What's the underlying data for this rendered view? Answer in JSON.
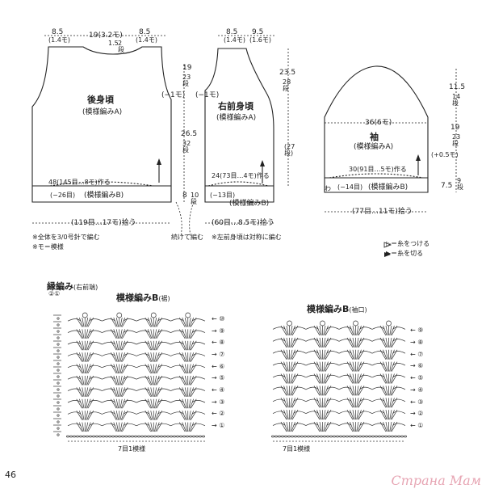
{
  "back": {
    "title": "後身頃",
    "pattern_a": "(模様編みA)",
    "pattern_b": "(模様編みB)",
    "shoulder_left": "8.5",
    "shoulder_left_mo": "(1.4モ)",
    "neck": "19(3.2モ)",
    "shoulder_right": "8.5",
    "shoulder_right_mo": "(1.4モ)",
    "neck_depth": "1.5",
    "neck_rows": "2段",
    "armhole_minus": "(−1モ)",
    "armhole_len": "19",
    "armhole_rows": "23段",
    "body_len": "26.5",
    "body_rows": "32段",
    "hem_len": "8",
    "hem_rows": "10段",
    "pick_up": "48(145目…8モ)作る",
    "hem_dec": "(−26目)",
    "bottom": "(119目…17モ)拾う"
  },
  "front": {
    "title": "右前身頃",
    "pattern_a": "(模様編みA)",
    "pattern_b": "(模様編みB)",
    "shoulder": "8.5",
    "shoulder_mo": "(1.4モ)",
    "neck": "9.5",
    "neck_mo": "(1.6モ)",
    "armhole_minus": "(−1モ)",
    "neck_len": "23.5",
    "neck_rows": "28段",
    "front_rows": "(27段)",
    "pick_up": "24(73目…4モ)作る",
    "hem_dec": "(−13目)",
    "bottom": "(60目…8.5モ)拾う",
    "continue": "続けて編む",
    "note": "※左前身頃は対称に編む"
  },
  "sleeve": {
    "title": "袖",
    "pattern_a": "(模様編みA)",
    "pattern_b": "(模様編みB)",
    "cap": "11.5",
    "cap_rows": "14段",
    "width": "36(6モ)",
    "len": "19",
    "len_rows": "23段",
    "plus": "(+0.5モ)",
    "pick_up": "30(91目…5モ)作る",
    "dec": "(−14目)",
    "cuff_len": "7.5",
    "cuff_rows": "9段",
    "cuff_mark": "わ",
    "bottom": "(77目…11モ)拾う"
  },
  "notes": {
    "hook": "※全体を3/0号針で編む",
    "mo": "※モ＝模様",
    "join": "▷＝糸をつける",
    "cut": "▶＝糸を切る"
  },
  "chart_b_hem": {
    "title": "模様編みB",
    "sub": "(裾)",
    "edge": "縁編み",
    "edge_sub": "(右前端)",
    "edge_rows": [
      "②",
      "①"
    ],
    "repeat": "7目1模様",
    "rows": [
      "⑩",
      "⑨",
      "⑧",
      "⑦",
      "⑥",
      "⑤",
      "④",
      "③",
      "②",
      "①"
    ]
  },
  "chart_b_cuff": {
    "title": "模様編みB",
    "sub": "(袖口)",
    "repeat": "7目1模様",
    "rows": [
      "⑨",
      "⑧",
      "⑦",
      "⑥",
      "⑤",
      "④",
      "③",
      "②",
      "①"
    ]
  },
  "page_number": "46",
  "watermark": "Страна Мам"
}
